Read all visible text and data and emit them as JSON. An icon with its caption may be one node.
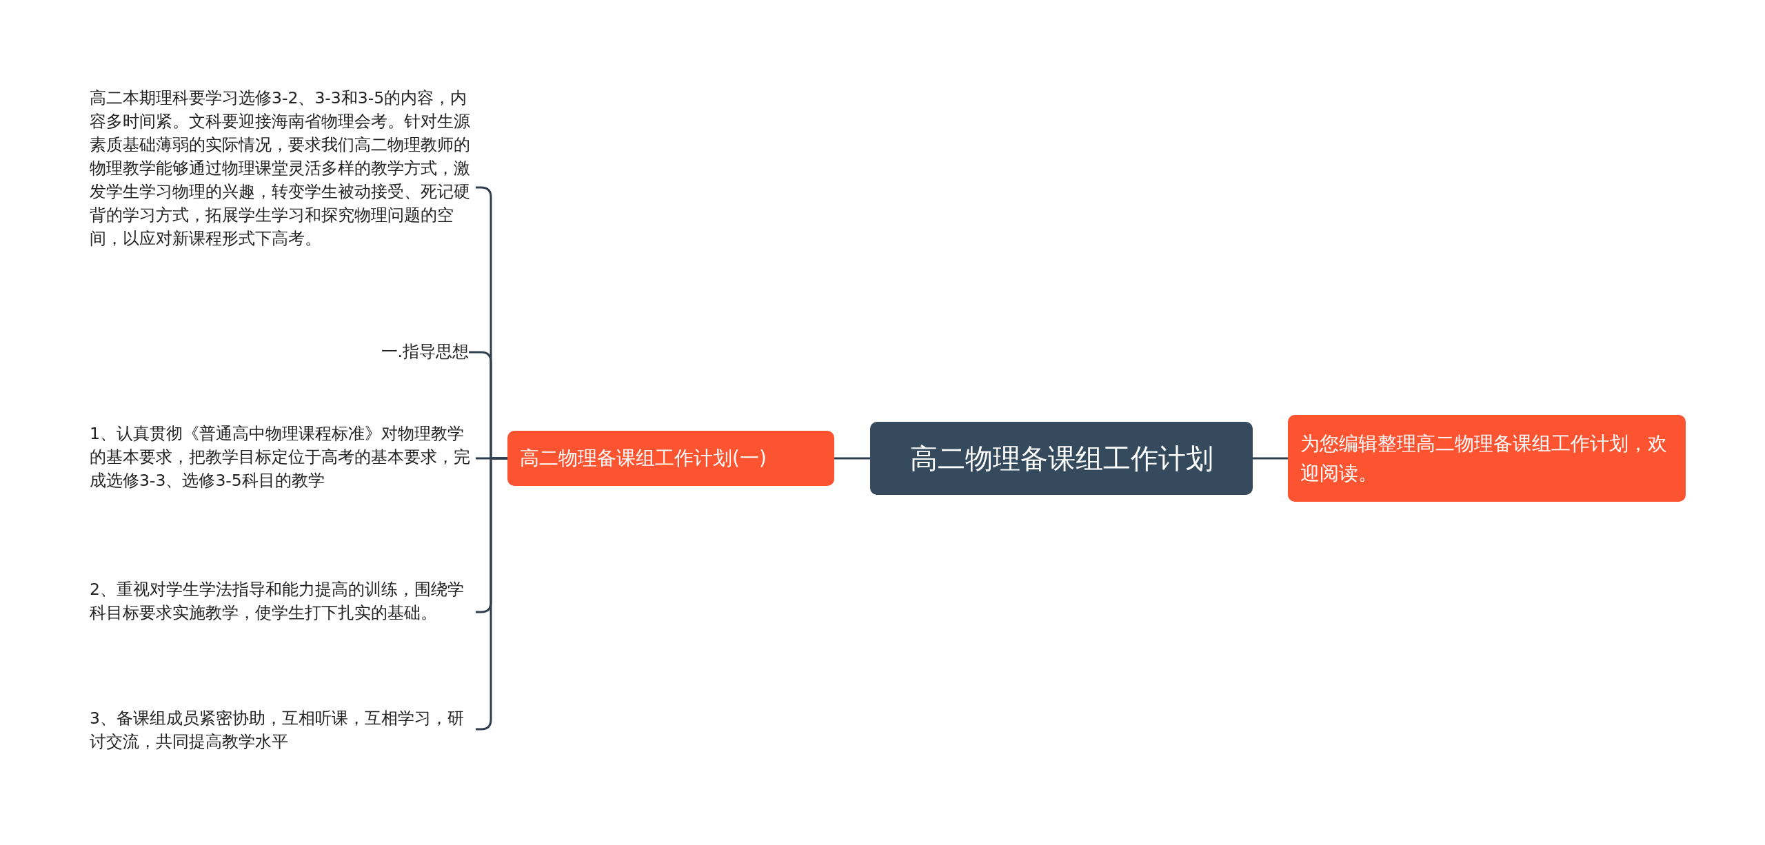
{
  "diagram": {
    "nodes": [
      {
        "text": [
          "高二物理备课组工作计划"
        ]
      },
      {
        "text": [
          "高二物理备课组工作计划(一)"
        ]
      },
      {
        "text": [
          "高二本期理科要学习选修3-2、3-3和3-5的内容，内容多时间紧。文科要迎接海南省物理会考。针对生源素质基础薄弱的实际情况，要求我们高二物理教师的物理教学能够通过物理课堂灵活多样的教学方式，激发学生学习物理的兴趣，转变学生被动接受、死记硬背的学习方式，拓展学生学习和探究物理问题的空间，以应对新课程形式下高考。"
        ]
      },
      {
        "text": [
          "一.指导思想"
        ]
      },
      {
        "text": [
          "1、认真贯彻《普通高中物理课程标准》对物理教学的基本要求，把教学目标定位于高考的基本要求，完成选修3-3、选修3-5科目的教学"
        ]
      },
      {
        "text": [
          "2、重视对学生学法指导和能力提高的训练，围绕学科目标要求实施教学，使学生打下扎实的基础。"
        ]
      },
      {
        "text": [
          "3、备课组成员紧密协助，互相听课，互相学习，研讨交流，共同提高教学水平"
        ]
      },
      {
        "text": [
          "为您编辑整理高二物理备课组工作计划，欢迎阅读。"
        ]
      }
    ],
    "edges": [
      {
        "from": 0,
        "to": 1,
        "arrow": "none"
      },
      {
        "from": 1,
        "to": 2,
        "arrow": "none"
      },
      {
        "from": 1,
        "to": 3,
        "arrow": "none"
      },
      {
        "from": 1,
        "to": 4,
        "arrow": "none"
      },
      {
        "from": 1,
        "to": 5,
        "arrow": "none"
      },
      {
        "from": 1,
        "to": 6,
        "arrow": "none"
      },
      {
        "from": 0,
        "to": 7,
        "arrow": "none"
      }
    ]
  }
}
